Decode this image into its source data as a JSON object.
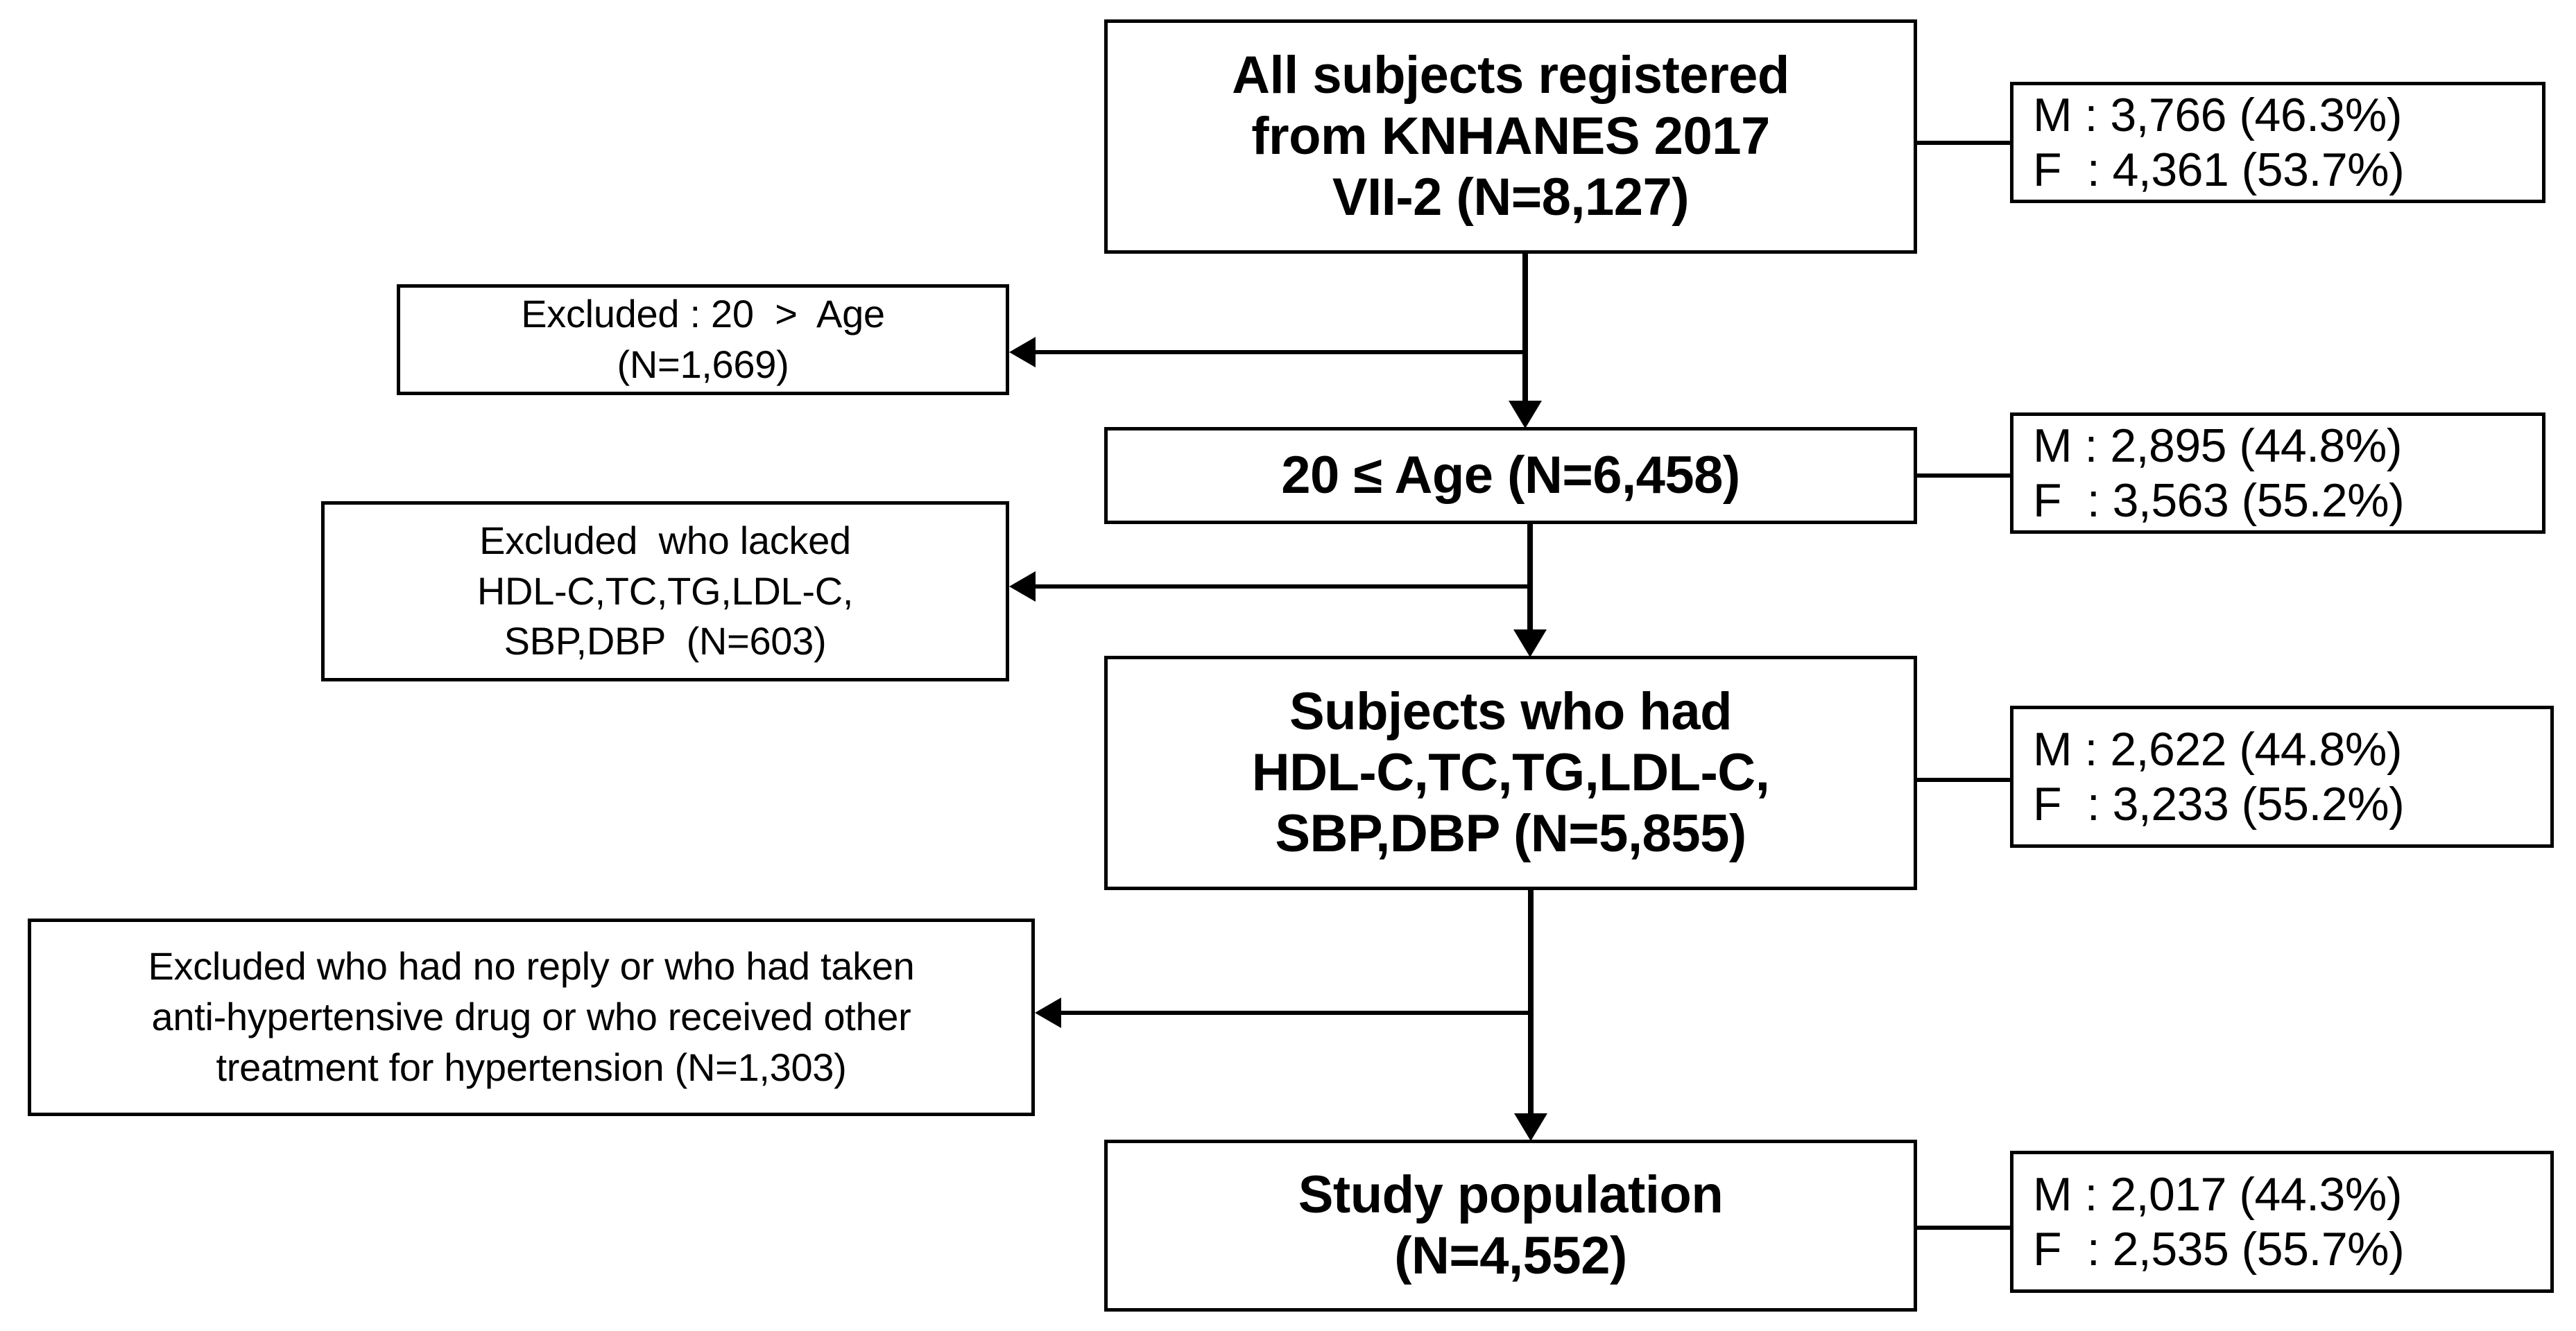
{
  "diagram": {
    "title": "Study population selection flow from KNHANES 2017 VII-2",
    "stroke_color": "#000000",
    "background_color": "#ffffff"
  },
  "main_boxes": [
    {
      "id": "all-subjects",
      "lines": [
        "All subjects registered",
        "from KNHANES 2017",
        "VII-2 (N=8,127)"
      ],
      "n": "8,127"
    },
    {
      "id": "age-20-or-more",
      "lines": [
        "20 ≤ Age  (N=6,458)"
      ],
      "n": "6,458"
    },
    {
      "id": "subjects-with-labs",
      "lines": [
        "Subjects who had",
        "HDL-C,TC,TG,LDL-C,",
        "SBP,DBP  (N=5,855)"
      ],
      "n": "5,855"
    },
    {
      "id": "study-population",
      "lines": [
        "Study population",
        "(N=4,552)"
      ],
      "n": "4,552"
    }
  ],
  "side_boxes": [
    {
      "id": "sex-split-all-subjects",
      "male": "M : 3,766 (46.3%)",
      "female": "F  : 4,361 (53.7%)"
    },
    {
      "id": "sex-split-age-20",
      "male": "M : 2,895 (44.8%)",
      "female": "F  : 3,563 (55.2%)"
    },
    {
      "id": "sex-split-labs",
      "male": "M : 2,622 (44.8%)",
      "female": "F  : 3,233 (55.2%)"
    },
    {
      "id": "sex-split-study-population",
      "male": "M : 2,017 (44.3%)",
      "female": "F  : 2,535 (55.7%)"
    }
  ],
  "exclusion_boxes": [
    {
      "id": "excluded-age",
      "lines": [
        "Excluded : 20  >  Age",
        "(N=1,669)"
      ],
      "n": "1,669"
    },
    {
      "id": "excluded-missing-labs",
      "lines": [
        "Excluded  who lacked",
        "HDL-C,TC,TG,LDL-C,",
        "SBP,DBP  (N=603)"
      ],
      "n": "603"
    },
    {
      "id": "excluded-hypertension",
      "lines": [
        "Excluded who had no reply or who had taken",
        "anti-hypertensive drug or who received other",
        "treatment for hypertension (N=1,303)"
      ],
      "n": "1,303"
    }
  ]
}
